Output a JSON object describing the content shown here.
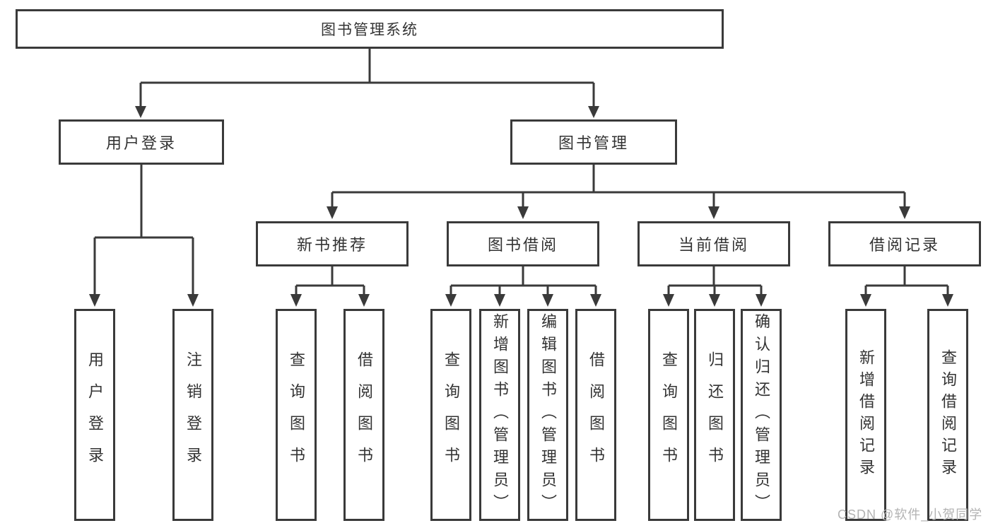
{
  "colors": {
    "line": "#3a3a3a",
    "text": "#333333",
    "watermark": "#b3b3b3",
    "background": "#ffffff"
  },
  "watermark": {
    "text": "CSDN @软件_小贺同学"
  },
  "tree": {
    "root": {
      "label": "图书管理系统"
    },
    "branches": [
      {
        "label": "用户登录",
        "children": [
          {
            "label": "用户登录"
          },
          {
            "label": "注销登录"
          }
        ]
      },
      {
        "label": "图书管理",
        "children": [
          {
            "label": "新书推荐",
            "children": [
              {
                "label": "查询图书"
              },
              {
                "label": "借阅图书"
              }
            ]
          },
          {
            "label": "图书借阅",
            "children": [
              {
                "label": "查询图书"
              },
              {
                "label": "新增图书（管理员）"
              },
              {
                "label": "编辑图书（管理员）"
              },
              {
                "label": "借阅图书"
              }
            ]
          },
          {
            "label": "当前借阅",
            "children": [
              {
                "label": "查询图书"
              },
              {
                "label": "归还图书"
              },
              {
                "label": "确认归还（管理员）"
              }
            ]
          },
          {
            "label": "借阅记录",
            "children": [
              {
                "label": "新增借阅记录"
              },
              {
                "label": "查询借阅记录"
              }
            ]
          }
        ]
      }
    ]
  }
}
